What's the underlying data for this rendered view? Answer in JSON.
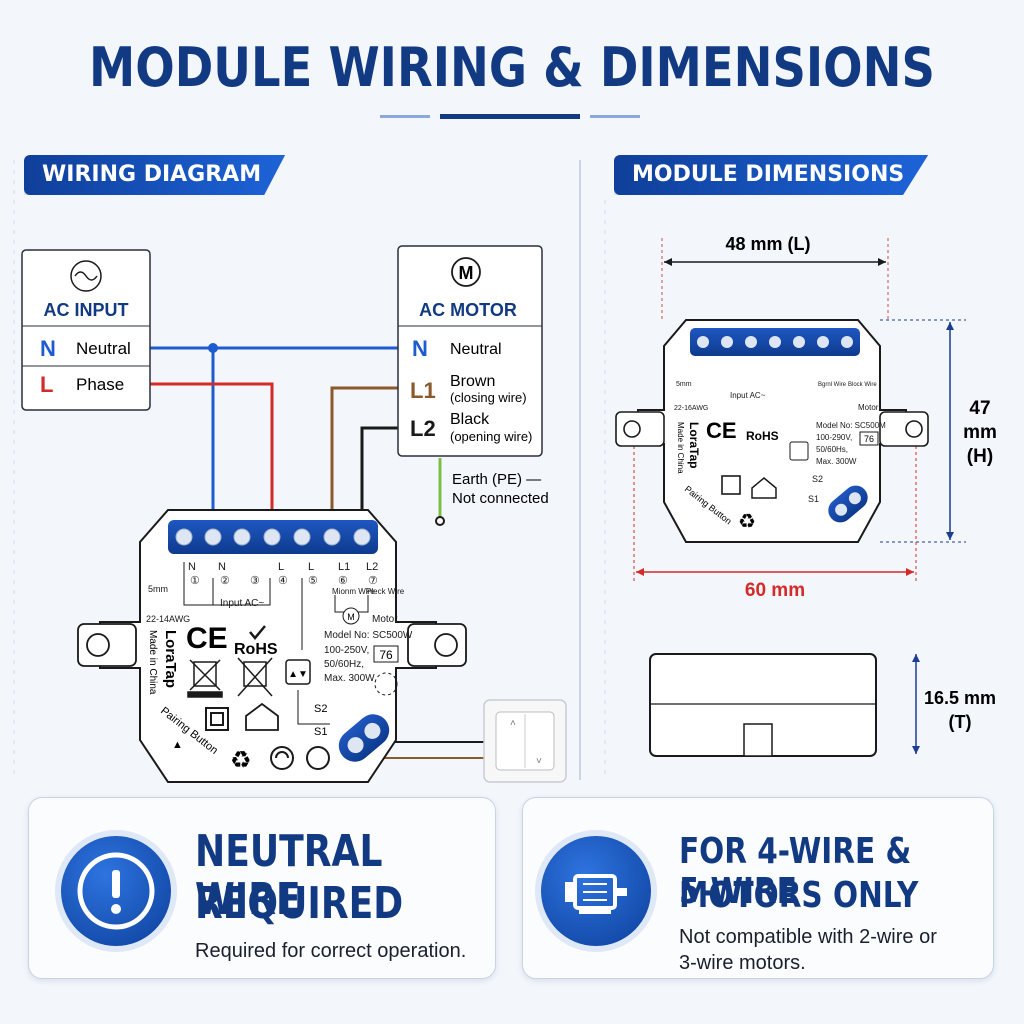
{
  "title": "MODULE WIRING & DIMENSIONS",
  "wiring": {
    "section_label": "WIRING DIAGRAM",
    "ac_input": {
      "title": "AC INPUT",
      "rows": [
        {
          "letter": "N",
          "name": "Neutral"
        },
        {
          "letter": "L",
          "name": "Phase"
        }
      ]
    },
    "ac_motor": {
      "title": "AC MOTOR",
      "rows": [
        {
          "letter": "N",
          "name": "Neutral",
          "sub": ""
        },
        {
          "letter": "L1",
          "name": "Brown",
          "sub": "(closing wire)"
        },
        {
          "letter": "L2",
          "name": "Black",
          "sub": "(opening wire)"
        }
      ]
    },
    "earth_note_1": "Earth (PE) —",
    "earth_note_2": "Not connected",
    "module": {
      "terminals": [
        "N",
        "N",
        "L",
        "L",
        "L1",
        "L2"
      ],
      "terminal_numbers": [
        "①",
        "②",
        "③",
        "④",
        "⑤",
        "⑥",
        "⑦"
      ],
      "strip_label": "5mm",
      "gauge_label": "22-14AWG",
      "input_label": "Input AC~",
      "motor_label": "Motor",
      "l1_wire": "Mionm Wire",
      "l2_wire": "Pleck Wire",
      "brand": "LoraTap",
      "made_in": "Made in China",
      "ce": "CE",
      "rohs": "RoHS",
      "model": "Model No: SC500W",
      "voltage": "100-250V,",
      "freq": "50/60Hz,",
      "max": "Max. 300W",
      "temp": "76",
      "s1": "S1",
      "s2": "S2",
      "pairing": "Pairing Button"
    }
  },
  "dimensions": {
    "section_label": "MODULE DIMENSIONS",
    "length": "48 mm (L)",
    "height_1": "47",
    "height_2": "mm",
    "height_3": "(H)",
    "width": "60 mm",
    "thickness_1": "16.5 mm",
    "thickness_2": "(T)",
    "module_small": {
      "strip_label": "5mm",
      "gauge_label": "22-16AWG",
      "input_label": "Input AC~",
      "motor_label": "Motor",
      "l1_wire": "Bgrnl Wire",
      "l2_wire": "Block Wire",
      "brand": "LoraTap",
      "made_in": "Made in China",
      "model": "Model No: SC500M",
      "voltage": "100-290V,",
      "freq": "50/60Hs,",
      "max": "Max. 300W",
      "temp": "76",
      "s1": "S1",
      "s2": "S2",
      "pairing": "Pairing Button"
    }
  },
  "notices": [
    {
      "title_1": "NEUTRAL WIRE",
      "title_2": "REQUIRED",
      "body_1": "Required for correct operation.",
      "body_2": "",
      "icon": "exclamation-icon"
    },
    {
      "title_1": "FOR 4-WIRE & 5-WIRE",
      "title_2": "MOTORS ONLY",
      "body_1": "Not compatible with 2-wire or",
      "body_2": "3-wire motors.",
      "icon": "motor-icon"
    }
  ],
  "colors": {
    "navy": "#123a82",
    "neutral_wire": "#1d5bd0",
    "phase_wire": "#d42a2a",
    "brown_wire": "#8a5a2b",
    "black_wire": "#1a1a1a",
    "earth_wire": "#7cc043",
    "dimension_red": "#d42a2a"
  }
}
